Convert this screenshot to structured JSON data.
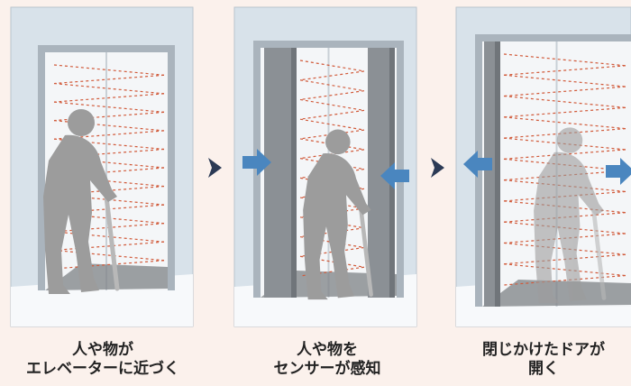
{
  "panels": [
    {
      "caption_line1": "人や物が",
      "caption_line2": "エレベーターに近づく",
      "door_state": "open",
      "arrows": "none"
    },
    {
      "caption_line1": "人や物を",
      "caption_line2": "センサーが感知",
      "door_state": "closing",
      "arrows": "inward"
    },
    {
      "caption_line1": "閉じかけたドアが",
      "caption_line2": "開く",
      "door_state": "reopening",
      "arrows": "outward"
    }
  ],
  "step_arrow_icon": "chevron-right-icon",
  "door_arrow_icon": "block-arrow-icon",
  "colors": {
    "background": "#fbf1ec",
    "wall": "#d8e2ea",
    "floor": "#f7f9fb",
    "frame": "#aab4bd",
    "door": "#8b9095",
    "sensor_beam": "#d15a3a",
    "person": "#9c9c9c",
    "blue_arrow": "#4a86bf",
    "step_arrow": "#2b3a55"
  }
}
